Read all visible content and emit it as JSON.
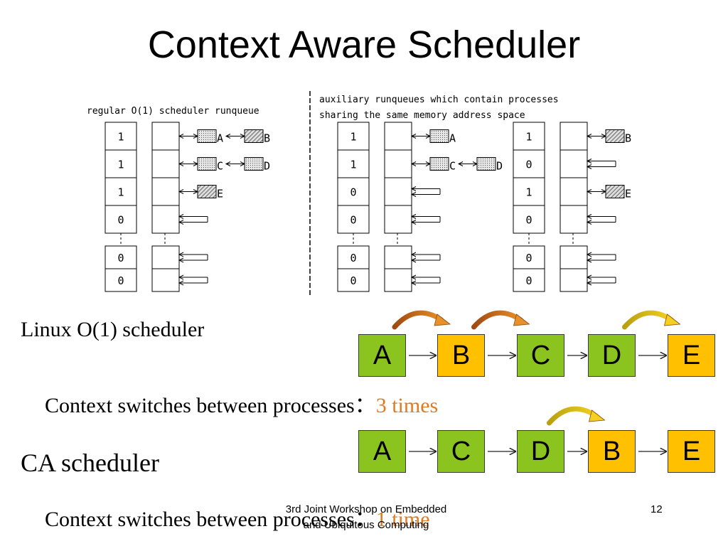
{
  "slide": {
    "title": "Context Aware Scheduler",
    "footer_line1": "3rd Joint Workshop on Embedded",
    "footer_line2": "and Ubiquitous Computing",
    "page_number": "12"
  },
  "figure": {
    "left_header": "regular O(1) scheduler runqueue",
    "right_header_line1": "auxiliary runqueues which contain processes",
    "right_header_line2": "sharing the same memory address space",
    "queues": [
      {
        "bits": [
          "1",
          "1",
          "1",
          "0",
          "0",
          "0"
        ],
        "slots": [
          [
            "A",
            "B"
          ],
          [
            "C",
            "D"
          ],
          [
            "E"
          ],
          [],
          [],
          []
        ]
      },
      {
        "bits": [
          "1",
          "1",
          "0",
          "0",
          "0",
          "0"
        ],
        "slots": [
          [
            "A"
          ],
          [
            "C",
            "D"
          ],
          [],
          [],
          [],
          []
        ]
      },
      {
        "bits": [
          "1",
          "0",
          "1",
          "0",
          "0",
          "0"
        ],
        "slots": [
          [
            "B"
          ],
          [],
          [
            "E"
          ],
          [],
          [],
          []
        ]
      }
    ]
  },
  "linux": {
    "label": "Linux O(1) scheduler",
    "switch_text": "Context switches between processes：",
    "switch_count": "3 times",
    "sequence": [
      {
        "name": "A",
        "color": "green"
      },
      {
        "name": "B",
        "color": "yellow"
      },
      {
        "name": "C",
        "color": "green"
      },
      {
        "name": "D",
        "color": "green"
      },
      {
        "name": "E",
        "color": "yellow"
      }
    ]
  },
  "ca": {
    "label": "CA scheduler",
    "switch_text": "Context switches between processes：",
    "switch_count": "1 time",
    "sequence": [
      {
        "name": "A",
        "color": "green"
      },
      {
        "name": "C",
        "color": "green"
      },
      {
        "name": "D",
        "color": "green"
      },
      {
        "name": "B",
        "color": "yellow"
      },
      {
        "name": "E",
        "color": "yellow"
      }
    ]
  },
  "colors": {
    "green": "#8cc41f",
    "yellow": "#ffc000",
    "accent_orange": "#e07a1e"
  }
}
